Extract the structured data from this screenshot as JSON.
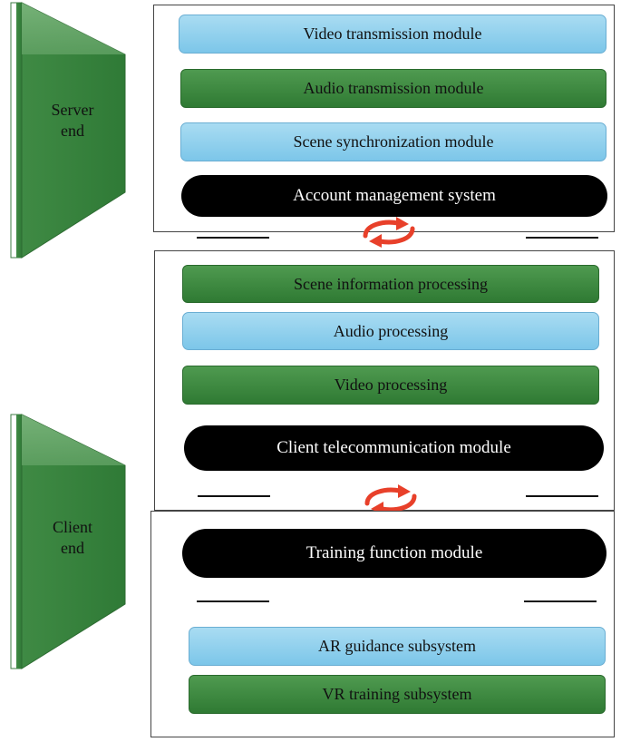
{
  "server": {
    "label_line1": "Server",
    "label_line2": "end",
    "modules": [
      "Video transmission module",
      "Audio transmission module",
      "Scene synchronization module",
      "Account management system"
    ]
  },
  "client": {
    "label_line1": "Client",
    "label_line2": "end",
    "modules": [
      "Scene information processing",
      "Audio processing",
      "Video processing",
      "Client telecommunication module"
    ]
  },
  "training": {
    "modules": [
      "Training function module",
      "AR guidance subsystem",
      "VR training subsystem"
    ]
  },
  "colors": {
    "blue_box": "#8fd0ee",
    "green_box": "#3d8a40",
    "black_box": "#000000",
    "sync_arrow": "#e8402a"
  },
  "icons": [
    "sync-arrows-icon",
    "sync-arrows-icon"
  ]
}
